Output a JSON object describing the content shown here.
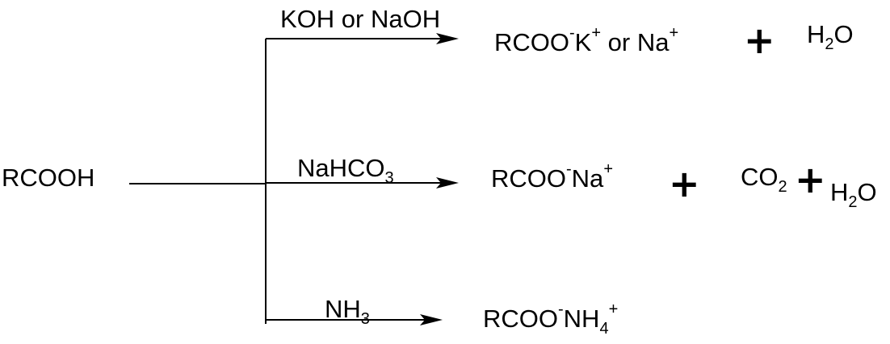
{
  "reactant": "RCOOH",
  "reagents": {
    "base": "KOH or NaOH",
    "bicarbonate": {
      "main": "NaHCO",
      "sub": "3"
    },
    "ammonia": {
      "main": "NH",
      "sub": "3"
    }
  },
  "products": {
    "row1": {
      "salt_main": "RCOO",
      "salt_charge": "-",
      "cation1": "K",
      "cation1_charge": "+",
      "or_text": " or Na",
      "cation2_charge": "+",
      "plus": "+",
      "water": {
        "main": "H",
        "sub": "2",
        "tail": "O"
      }
    },
    "row2": {
      "salt_main": "RCOO",
      "salt_charge": "-",
      "cation": "Na",
      "cation_charge": "+",
      "plus1": "+",
      "co2": {
        "main": "CO",
        "sub": "2"
      },
      "plus2": "+",
      "water": {
        "main": "H",
        "sub": "2",
        "tail": "O"
      }
    },
    "row3": {
      "salt_main": "RCOO",
      "salt_charge": "-",
      "cation": "NH",
      "cation_sub": "4",
      "cation_charge": "+"
    }
  }
}
